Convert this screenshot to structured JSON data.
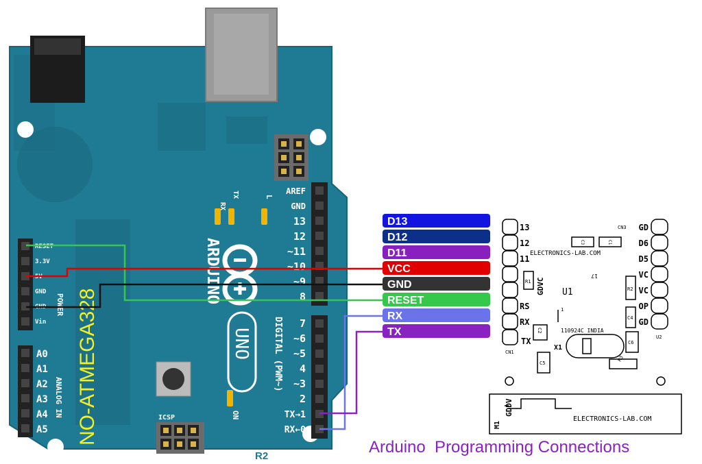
{
  "colors": {
    "board": "#1f7a93",
    "board_dark": "#1a6a80",
    "header": "#222222",
    "silk": "#ffffff",
    "chip_text": "#f2ef2b",
    "wire_red": "#e00000",
    "wire_black": "#111111",
    "wire_green": "#35c84a",
    "wire_rx": "#6b73e8",
    "wire_tx": "#8a22c2",
    "title_text": "#8a22c2"
  },
  "arduino": {
    "power_pins": [
      "RESET",
      "3.3V",
      "5V",
      "GND",
      "GND",
      "Vin"
    ],
    "power_label": "POWER",
    "analog_pins": [
      "A0",
      "A1",
      "A2",
      "A3",
      "A4",
      "A5"
    ],
    "analog_label": "ANALOG IN",
    "top_pins": [
      "AREF",
      "GND",
      "13",
      "12",
      "~11",
      "~10",
      "~9",
      "8"
    ],
    "bottom_pins": [
      "7",
      "~6",
      "~5",
      "4",
      "~3",
      "2",
      "TX→1",
      "RX←0"
    ],
    "digital_label": "DIGITAL (PWM~)",
    "chip_text": "NO-ATMEGA328",
    "brand": "ARDUINO",
    "model": "UNO",
    "led_rx": "RX",
    "led_tx": "TX",
    "led_l": "L",
    "on_label": "ON",
    "icsp_label": "ICSP",
    "revision": "R2"
  },
  "labels": [
    {
      "text": "D13",
      "color": "#1414e0"
    },
    {
      "text": "D12",
      "color": "#0c2f8a"
    },
    {
      "text": "D11",
      "color": "#8a1fc0"
    },
    {
      "text": "VCC",
      "color": "#e00000"
    },
    {
      "text": "GND",
      "color": "#333333"
    },
    {
      "text": "RESET",
      "color": "#35c84a"
    },
    {
      "text": "RX",
      "color": "#6b73e8"
    },
    {
      "text": "TX",
      "color": "#8a22c2"
    }
  ],
  "module": {
    "left_pins": [
      "13",
      "12",
      "11",
      "",
      "",
      "RS",
      "RX",
      "TX"
    ],
    "right_pins": [
      "GD",
      "D6",
      "D5",
      "VC",
      "VC",
      "OP",
      "GD"
    ],
    "gdvc_label": "GDVC",
    "brand_top": "ELECTRONICS-LAB.COM",
    "u1": "U1",
    "u2": "U2",
    "cn1": "CN1",
    "cn3": "CN3",
    "c3": "C3",
    "c1": "C1",
    "r1": "R1",
    "r2": "R2",
    "c4": "C4",
    "c6": "C6",
    "r3": "R3",
    "c2": "C2",
    "c5": "C5",
    "x1": "X1",
    "n17": "17",
    "n1": "1",
    "made": "110924C INDIA",
    "m1": "M1",
    "gddv": "GDDV",
    "brand_bottom": "ELECTRONICS-LAB.COM"
  },
  "caption": "Arduino  Programming Connections"
}
